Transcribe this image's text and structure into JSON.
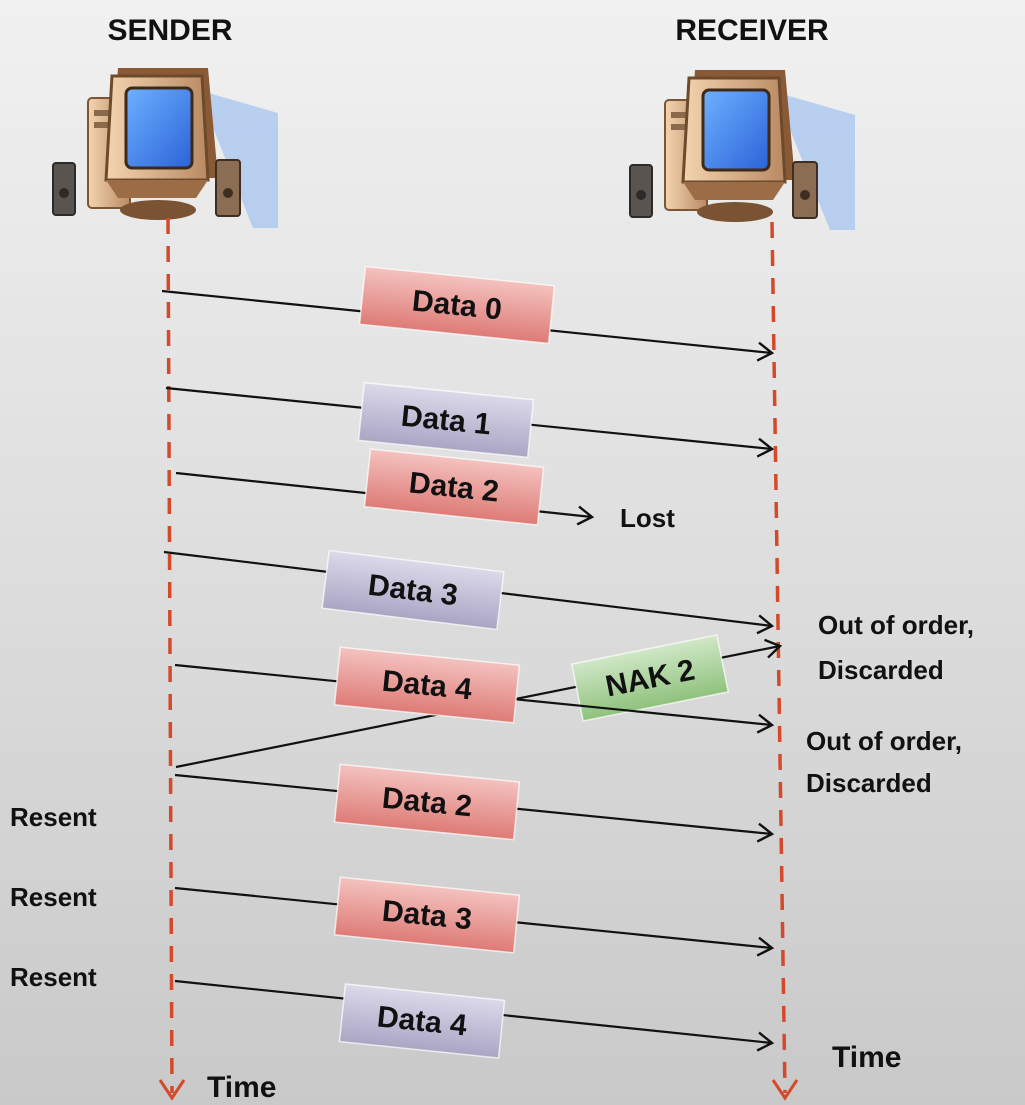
{
  "sender": {
    "label": "SENDER",
    "time_label": "Time",
    "icon": "computer-icon"
  },
  "receiver": {
    "label": "RECEIVER",
    "time_label": "Time",
    "icon": "computer-icon"
  },
  "colors": {
    "timeline": "#d24a2a",
    "data_pink": "#e88a86",
    "data_lavender": "#b9b4cf",
    "nak_green": "#9fcc8f",
    "arrow": "#111111"
  },
  "messages": [
    {
      "label": "Data 0",
      "style": "pink",
      "note": ""
    },
    {
      "label": "Data 1",
      "style": "lavender",
      "note": ""
    },
    {
      "label": "Data 2",
      "style": "pink",
      "note": "Lost"
    },
    {
      "label": "Data 3",
      "style": "lavender",
      "note": ""
    },
    {
      "label": "NAK 2",
      "style": "green",
      "note": ""
    },
    {
      "label": "Data 4",
      "style": "pink",
      "note": ""
    },
    {
      "label": "Data 2",
      "style": "pink",
      "note": ""
    },
    {
      "label": "Data 3",
      "style": "pink",
      "note": ""
    },
    {
      "label": "Data 4",
      "style": "lavender",
      "note": ""
    }
  ],
  "receiver_notes": [
    {
      "line1": "Out of order,",
      "line2": "Discarded"
    },
    {
      "line1": "Out of order,",
      "line2": "Discarded"
    }
  ],
  "resent_labels": [
    "Resent",
    "Resent",
    "Resent"
  ]
}
